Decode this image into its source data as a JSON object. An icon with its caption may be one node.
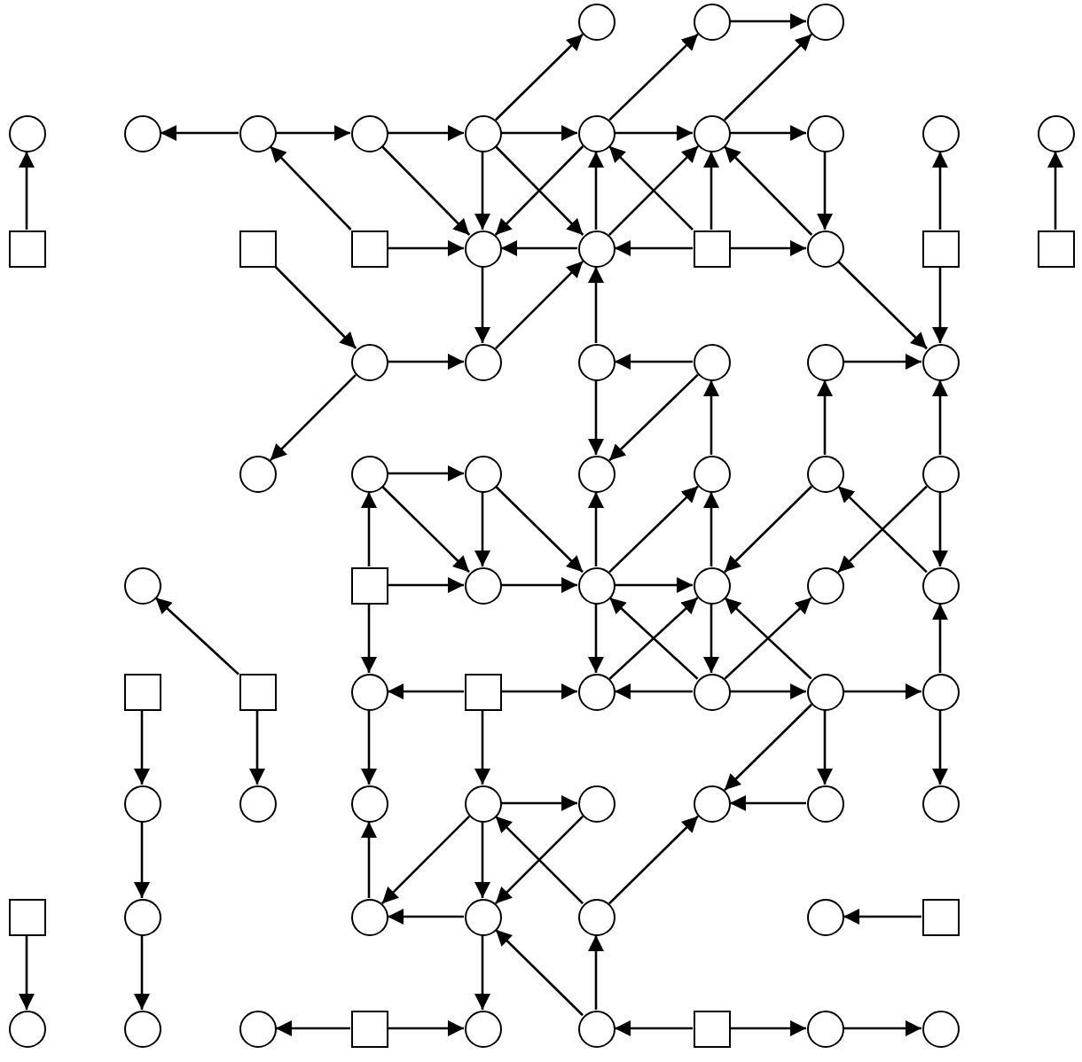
{
  "diagram": {
    "nodes": [
      {
        "text": [],
        "shape": "circle"
      },
      {
        "text": [],
        "shape": "circle"
      },
      {
        "text": [],
        "shape": "circle"
      },
      {
        "text": [],
        "shape": "circle"
      },
      {
        "text": [],
        "shape": "circle"
      },
      {
        "text": [],
        "shape": "circle"
      },
      {
        "text": [],
        "shape": "circle"
      },
      {
        "text": [],
        "shape": "circle"
      },
      {
        "text": [],
        "shape": "circle"
      },
      {
        "text": [],
        "shape": "circle"
      },
      {
        "text": [],
        "shape": "circle"
      },
      {
        "text": [],
        "shape": "circle"
      },
      {
        "text": [],
        "shape": "circle"
      },
      {
        "text": [],
        "shape": "box"
      },
      {
        "text": [],
        "shape": "box"
      },
      {
        "text": [],
        "shape": "box"
      },
      {
        "text": [],
        "shape": "circle"
      },
      {
        "text": [],
        "shape": "circle"
      },
      {
        "text": [],
        "shape": "box"
      },
      {
        "text": [],
        "shape": "circle"
      },
      {
        "text": [],
        "shape": "box"
      },
      {
        "text": [],
        "shape": "box"
      },
      {
        "text": [],
        "shape": "circle"
      },
      {
        "text": [],
        "shape": "circle"
      },
      {
        "text": [],
        "shape": "circle"
      },
      {
        "text": [],
        "shape": "circle"
      },
      {
        "text": [],
        "shape": "circle"
      },
      {
        "text": [],
        "shape": "circle"
      },
      {
        "text": [],
        "shape": "circle"
      },
      {
        "text": [],
        "shape": "circle"
      },
      {
        "text": [],
        "shape": "circle"
      },
      {
        "text": [],
        "shape": "circle"
      },
      {
        "text": [],
        "shape": "circle"
      },
      {
        "text": [],
        "shape": "circle"
      },
      {
        "text": [],
        "shape": "circle"
      },
      {
        "text": [],
        "shape": "circle"
      },
      {
        "text": [],
        "shape": "box"
      },
      {
        "text": [],
        "shape": "circle"
      },
      {
        "text": [],
        "shape": "circle"
      },
      {
        "text": [],
        "shape": "circle"
      },
      {
        "text": [],
        "shape": "circle"
      },
      {
        "text": [],
        "shape": "circle"
      },
      {
        "text": [],
        "shape": "box"
      },
      {
        "text": [],
        "shape": "box"
      },
      {
        "text": [],
        "shape": "circle"
      },
      {
        "text": [],
        "shape": "box"
      },
      {
        "text": [],
        "shape": "circle"
      },
      {
        "text": [],
        "shape": "circle"
      },
      {
        "text": [],
        "shape": "circle"
      },
      {
        "text": [],
        "shape": "circle"
      },
      {
        "text": [],
        "shape": "circle"
      },
      {
        "text": [],
        "shape": "circle"
      },
      {
        "text": [],
        "shape": "circle"
      },
      {
        "text": [],
        "shape": "circle"
      },
      {
        "text": [],
        "shape": "circle"
      },
      {
        "text": [],
        "shape": "circle"
      },
      {
        "text": [],
        "shape": "circle"
      },
      {
        "text": [],
        "shape": "circle"
      },
      {
        "text": [],
        "shape": "box"
      },
      {
        "text": [],
        "shape": "circle"
      },
      {
        "text": [],
        "shape": "circle"
      },
      {
        "text": [],
        "shape": "circle"
      },
      {
        "text": [],
        "shape": "circle"
      },
      {
        "text": [],
        "shape": "circle"
      },
      {
        "text": [],
        "shape": "box"
      },
      {
        "text": [],
        "shape": "circle"
      },
      {
        "text": [],
        "shape": "circle"
      },
      {
        "text": [],
        "shape": "circle"
      },
      {
        "text": [],
        "shape": "box"
      },
      {
        "text": [],
        "shape": "circle"
      },
      {
        "text": [],
        "shape": "circle"
      },
      {
        "text": [],
        "shape": "box"
      },
      {
        "text": [],
        "shape": "circle"
      },
      {
        "text": [],
        "shape": "circle"
      }
    ],
    "edges": [
      {
        "from": 5,
        "to": 4,
        "arrow": "to"
      },
      {
        "from": 5,
        "to": 6,
        "arrow": "to"
      },
      {
        "from": 6,
        "to": 7,
        "arrow": "to"
      },
      {
        "from": 7,
        "to": 8,
        "arrow": "to"
      },
      {
        "from": 8,
        "to": 9,
        "arrow": "to"
      },
      {
        "from": 9,
        "to": 10,
        "arrow": "to"
      },
      {
        "from": 1,
        "to": 2,
        "arrow": "to"
      },
      {
        "from": 7,
        "to": 0,
        "arrow": "to"
      },
      {
        "from": 8,
        "to": 1,
        "arrow": "to"
      },
      {
        "from": 9,
        "to": 2,
        "arrow": "to"
      },
      {
        "from": 13,
        "to": 3,
        "arrow": "to"
      },
      {
        "from": 14,
        "to": 22,
        "arrow": "to"
      },
      {
        "from": 15,
        "to": 5,
        "arrow": "to"
      },
      {
        "from": 15,
        "to": 16,
        "arrow": "to"
      },
      {
        "from": 6,
        "to": 16,
        "arrow": "to"
      },
      {
        "from": 7,
        "to": 16,
        "arrow": "to"
      },
      {
        "from": 7,
        "to": 17,
        "arrow": "to"
      },
      {
        "from": 8,
        "to": 16,
        "arrow": "to"
      },
      {
        "from": 17,
        "to": 8,
        "arrow": "to"
      },
      {
        "from": 17,
        "to": 16,
        "arrow": "to"
      },
      {
        "from": 18,
        "to": 17,
        "arrow": "to"
      },
      {
        "from": 18,
        "to": 9,
        "arrow": "to"
      },
      {
        "from": 18,
        "to": 8,
        "arrow": "to"
      },
      {
        "from": 18,
        "to": 19,
        "arrow": "to"
      },
      {
        "from": 17,
        "to": 9,
        "arrow": "to"
      },
      {
        "from": 10,
        "to": 19,
        "arrow": "to"
      },
      {
        "from": 19,
        "to": 9,
        "arrow": "to"
      },
      {
        "from": 19,
        "to": 27,
        "arrow": "to"
      },
      {
        "from": 20,
        "to": 11,
        "arrow": "to"
      },
      {
        "from": 20,
        "to": 27,
        "arrow": "to"
      },
      {
        "from": 21,
        "to": 12,
        "arrow": "to"
      },
      {
        "from": 16,
        "to": 23,
        "arrow": "to"
      },
      {
        "from": 23,
        "to": 17,
        "arrow": "to"
      },
      {
        "from": 22,
        "to": 23,
        "arrow": "to"
      },
      {
        "from": 22,
        "to": 28,
        "arrow": "to"
      },
      {
        "from": 24,
        "to": 17,
        "arrow": "to"
      },
      {
        "from": 25,
        "to": 24,
        "arrow": "to"
      },
      {
        "from": 24,
        "to": 31,
        "arrow": "to"
      },
      {
        "from": 25,
        "to": 31,
        "arrow": "to"
      },
      {
        "from": 32,
        "to": 25,
        "arrow": "to"
      },
      {
        "from": 26,
        "to": 27,
        "arrow": "to"
      },
      {
        "from": 33,
        "to": 26,
        "arrow": "to"
      },
      {
        "from": 34,
        "to": 27,
        "arrow": "to"
      },
      {
        "from": 29,
        "to": 30,
        "arrow": "to"
      },
      {
        "from": 36,
        "to": 29,
        "arrow": "to"
      },
      {
        "from": 29,
        "to": 37,
        "arrow": "to"
      },
      {
        "from": 30,
        "to": 37,
        "arrow": "to"
      },
      {
        "from": 30,
        "to": 38,
        "arrow": "to"
      },
      {
        "from": 36,
        "to": 37,
        "arrow": "to"
      },
      {
        "from": 37,
        "to": 38,
        "arrow": "to"
      },
      {
        "from": 38,
        "to": 31,
        "arrow": "to"
      },
      {
        "from": 38,
        "to": 32,
        "arrow": "to"
      },
      {
        "from": 39,
        "to": 32,
        "arrow": "to"
      },
      {
        "from": 38,
        "to": 39,
        "arrow": "to"
      },
      {
        "from": 33,
        "to": 39,
        "arrow": "to"
      },
      {
        "from": 34,
        "to": 40,
        "arrow": "to"
      },
      {
        "from": 41,
        "to": 33,
        "arrow": "to"
      },
      {
        "from": 34,
        "to": 41,
        "arrow": "to"
      },
      {
        "from": 49,
        "to": 41,
        "arrow": "to"
      },
      {
        "from": 38,
        "to": 46,
        "arrow": "to"
      },
      {
        "from": 47,
        "to": 38,
        "arrow": "to"
      },
      {
        "from": 46,
        "to": 39,
        "arrow": "to"
      },
      {
        "from": 39,
        "to": 47,
        "arrow": "to"
      },
      {
        "from": 47,
        "to": 40,
        "arrow": "to"
      },
      {
        "from": 48,
        "to": 39,
        "arrow": "to"
      },
      {
        "from": 47,
        "to": 46,
        "arrow": "to"
      },
      {
        "from": 47,
        "to": 48,
        "arrow": "to"
      },
      {
        "from": 48,
        "to": 49,
        "arrow": "to"
      },
      {
        "from": 49,
        "to": 57,
        "arrow": "to"
      },
      {
        "from": 48,
        "to": 56,
        "arrow": "to"
      },
      {
        "from": 48,
        "to": 55,
        "arrow": "to"
      },
      {
        "from": 56,
        "to": 55,
        "arrow": "to"
      },
      {
        "from": 45,
        "to": 46,
        "arrow": "to"
      },
      {
        "from": 45,
        "to": 44,
        "arrow": "to"
      },
      {
        "from": 36,
        "to": 44,
        "arrow": "to"
      },
      {
        "from": 45,
        "to": 53,
        "arrow": "to"
      },
      {
        "from": 44,
        "to": 52,
        "arrow": "to"
      },
      {
        "from": 42,
        "to": 50,
        "arrow": "to"
      },
      {
        "from": 43,
        "to": 51,
        "arrow": "to"
      },
      {
        "from": 43,
        "to": 35,
        "arrow": "to"
      },
      {
        "from": 50,
        "to": 59,
        "arrow": "to"
      },
      {
        "from": 59,
        "to": 66,
        "arrow": "to"
      },
      {
        "from": 58,
        "to": 65,
        "arrow": "to"
      },
      {
        "from": 53,
        "to": 54,
        "arrow": "to"
      },
      {
        "from": 53,
        "to": 60,
        "arrow": "to"
      },
      {
        "from": 60,
        "to": 52,
        "arrow": "to"
      },
      {
        "from": 61,
        "to": 60,
        "arrow": "to"
      },
      {
        "from": 53,
        "to": 61,
        "arrow": "to"
      },
      {
        "from": 54,
        "to": 61,
        "arrow": "to"
      },
      {
        "from": 62,
        "to": 53,
        "arrow": "to"
      },
      {
        "from": 62,
        "to": 55,
        "arrow": "to"
      },
      {
        "from": 70,
        "to": 61,
        "arrow": "to"
      },
      {
        "from": 70,
        "to": 62,
        "arrow": "to"
      },
      {
        "from": 61,
        "to": 69,
        "arrow": "to"
      },
      {
        "from": 68,
        "to": 67,
        "arrow": "to"
      },
      {
        "from": 68,
        "to": 69,
        "arrow": "to"
      },
      {
        "from": 71,
        "to": 70,
        "arrow": "to"
      },
      {
        "from": 71,
        "to": 72,
        "arrow": "to"
      },
      {
        "from": 72,
        "to": 73,
        "arrow": "to"
      },
      {
        "from": 64,
        "to": 63,
        "arrow": "to"
      }
    ]
  }
}
